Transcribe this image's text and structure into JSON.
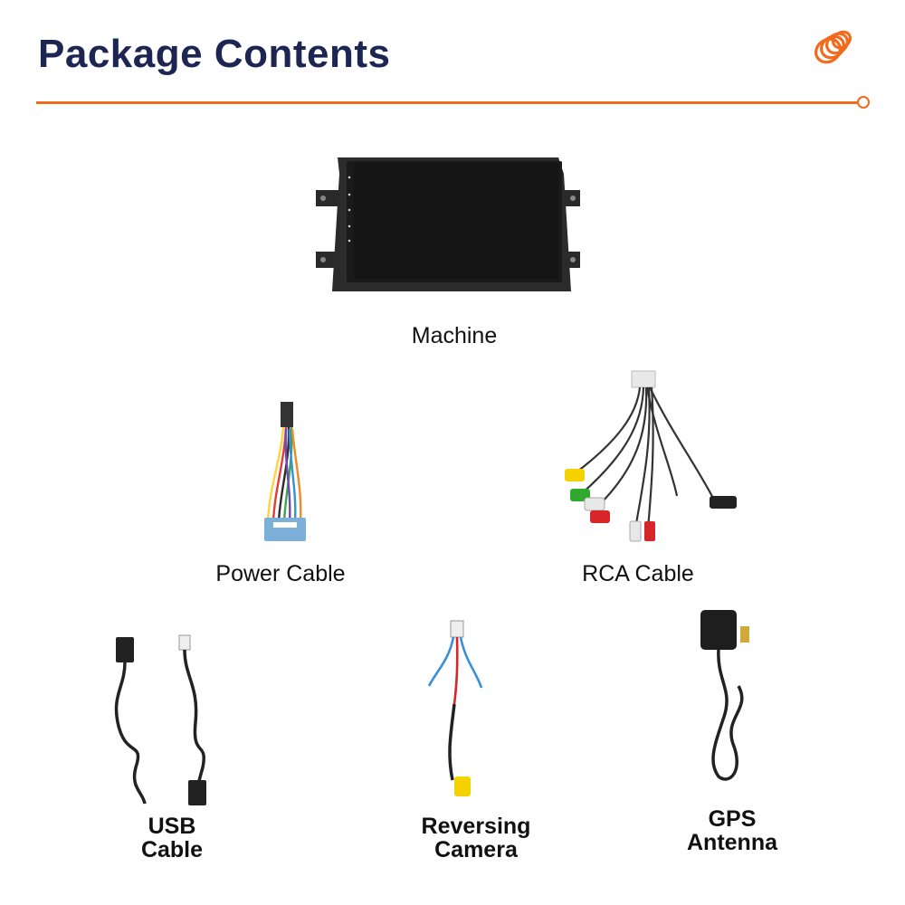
{
  "header": {
    "title": "Package Contents",
    "accent_color": "#f26b1d",
    "title_color": "#1d2553",
    "logo_icon": "orange-spiral-logo-icon"
  },
  "items": [
    {
      "label": "Machine",
      "icon": "head-unit-screen-icon"
    },
    {
      "label": "Power Cable",
      "icon": "power-harness-icon"
    },
    {
      "label": "RCA Cable",
      "icon": "rca-harness-icon"
    },
    {
      "label": "USB\nCable",
      "icon": "usb-cable-icon"
    },
    {
      "label": "Reversing\nCamera",
      "icon": "reversing-camera-cable-icon"
    },
    {
      "label": "GPS\nAntenna",
      "icon": "gps-antenna-icon"
    }
  ]
}
